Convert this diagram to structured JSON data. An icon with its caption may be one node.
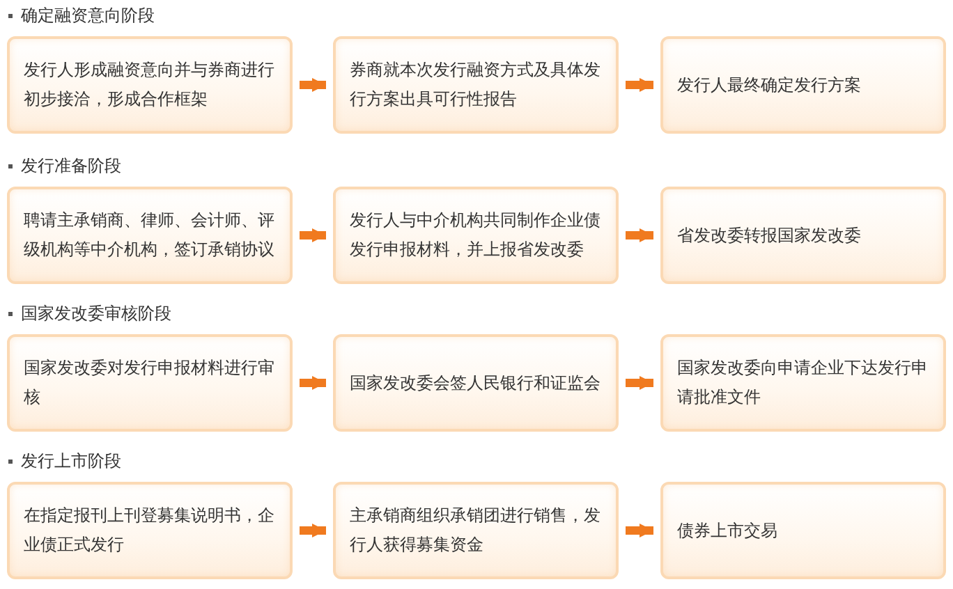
{
  "diagram": {
    "nodes": [
      {
        "text": [
          "发行人形成融资意向并与券商进行初步接洽，形成合作框架"
        ]
      },
      {
        "text": [
          "券商就本次发行融资方式及具体发行方案出具可行性报告"
        ]
      },
      {
        "text": [
          "发行人最终确定发行方案"
        ]
      },
      {
        "text": [
          "聘请主承销商、律师、会计师、评级机构等中介机构，签订承销协议"
        ]
      },
      {
        "text": [
          "发行人与中介机构共同制作企业债发行申报材料，并上报省发改委"
        ]
      },
      {
        "text": [
          "省发改委转报国家发改委"
        ]
      },
      {
        "text": [
          "国家发改委对发行申报材料进行审核"
        ]
      },
      {
        "text": [
          "国家发改委会签人民银行和证监会"
        ]
      },
      {
        "text": [
          "国家发改委向申请企业下达发行申请批准文件"
        ]
      },
      {
        "text": [
          "在指定报刊上刊登募集说明书，企业债正式发行"
        ]
      },
      {
        "text": [
          "主承销商组织承销团进行销售，发行人获得募集资金"
        ]
      },
      {
        "text": [
          "债券上市交易"
        ]
      }
    ],
    "edges": [
      {
        "from": 0,
        "to": 1,
        "arrow": "to"
      },
      {
        "from": 1,
        "to": 2,
        "arrow": "to"
      },
      {
        "from": 3,
        "to": 4,
        "arrow": "to"
      },
      {
        "from": 4,
        "to": 5,
        "arrow": "to"
      },
      {
        "from": 6,
        "to": 7,
        "arrow": "to"
      },
      {
        "from": 7,
        "to": 8,
        "arrow": "to"
      },
      {
        "from": 9,
        "to": 10,
        "arrow": "to"
      },
      {
        "from": 10,
        "to": 11,
        "arrow": "to"
      }
    ],
    "labels": [
      "确定融资意向阶段",
      "发行准备阶段",
      "国家发改委审核阶段",
      "发行上市阶段"
    ]
  }
}
